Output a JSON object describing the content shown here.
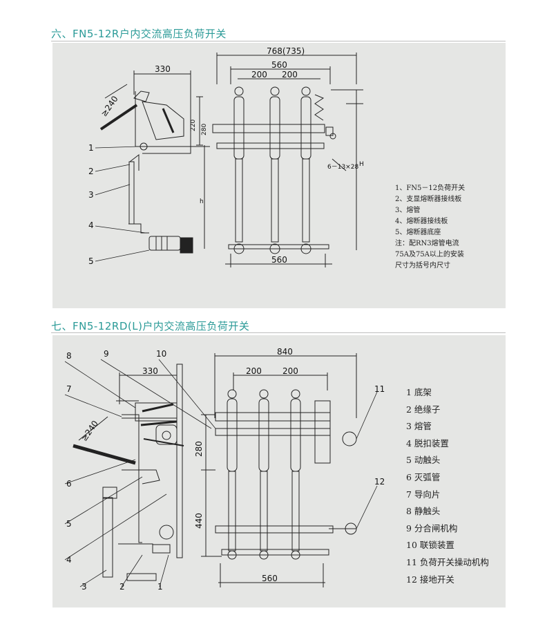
{
  "section1": {
    "title": "六、FN5-12R户内交流高压负荷开关",
    "dims": {
      "overall_width": "768(735)",
      "top_560": "560",
      "pitch_a": "200",
      "pitch_b": "200",
      "bottom_560": "560",
      "depth": "330",
      "angle": "≥240",
      "h220": "220",
      "h280": "280",
      "h": "h",
      "hole": "6－13×28",
      "H": "H"
    },
    "callouts": [
      "1",
      "2",
      "3",
      "4",
      "5"
    ],
    "legend": [
      "1、FN5－12负荷开关",
      "2、支显熔断器接线板",
      "3、熔管",
      "4、熔断器接线板",
      "5、熔断器底座",
      "注：配RN3熔管电流",
      "75A及75A以上的安装",
      "尺寸为括号内尺寸"
    ]
  },
  "section2": {
    "title": "七、FN5-12RD(L)户内交流高压负荷开关",
    "dims": {
      "overall_width": "840",
      "pitch_a": "200",
      "pitch_b": "200",
      "bottom_560": "560",
      "depth": "330",
      "angle": "≥240",
      "h280": "280",
      "h440": "440"
    },
    "callouts": [
      "8",
      "9",
      "10",
      "7",
      "6",
      "5",
      "4",
      "3",
      "2",
      "1",
      "11",
      "12"
    ],
    "legend": [
      "1 底架",
      "2 绝缘子",
      "3 熔管",
      "4 脱扣装置",
      "5 动触头",
      "6 灭弧管",
      "7 导向片",
      "8 静触头",
      "9 分合闸机构",
      "10 联锁装置",
      "11 负荷开关操动机构",
      "12 接地开关"
    ]
  }
}
